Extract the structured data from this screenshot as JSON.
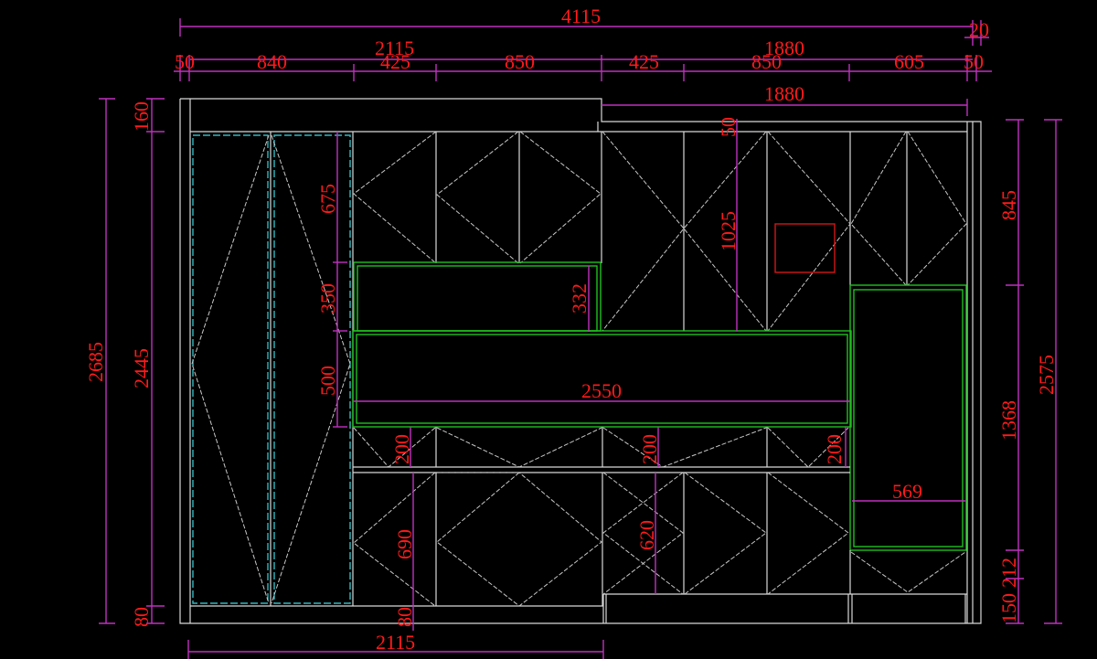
{
  "drawing": {
    "type": "cabinet-elevation",
    "colors": {
      "background": "#000000",
      "outline": "#d8d8d8",
      "dimension_line": "#c030c0",
      "dimension_text": "#ff1a1a",
      "open_shelf": "#20c020",
      "glass_door": "#30b8c0",
      "outlet": "#d01818"
    },
    "dimensions": {
      "overall_width": "4115",
      "top_offset_right": "20",
      "left_section_width": "2115",
      "right_section_width": "1880",
      "right_top_width": "1880",
      "top_row": [
        "50",
        "840",
        "425",
        "850",
        "425",
        "850",
        "605",
        "50"
      ],
      "left_total_height": "2685",
      "left_inner_height": "2445",
      "left_top_cap": "160",
      "left_plinth": "80",
      "tall_upper": "675",
      "tall_niche": "350",
      "tall_shelf": "500",
      "niche_height": "332",
      "shelf_width": "2550",
      "top_gap": "50",
      "upper_door_height": "1025",
      "drawer_1": "200",
      "drawer_2": "200",
      "drawer_3": "200",
      "lower_left_height": "690",
      "lower_mid_height": "620",
      "lower_plinth": "80",
      "bottom_width": "2115",
      "tall_niche_width": "569",
      "right_upper": "845",
      "right_middle": "1368",
      "right_lower_1": "212",
      "right_lower_2": "150",
      "right_total": "2575"
    }
  }
}
